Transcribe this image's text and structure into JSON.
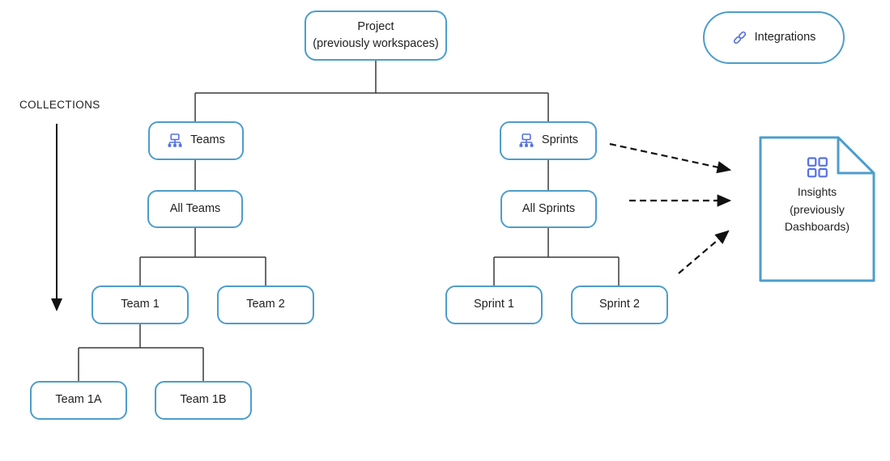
{
  "diagram": {
    "collections_label": "COLLECTIONS",
    "nodes": {
      "project": {
        "lines": [
          "Project",
          "(previously workspaces)"
        ]
      },
      "integrations": {
        "label": "Integrations",
        "icon": "link-icon"
      },
      "teams": {
        "label": "Teams",
        "icon": "org-chart-icon"
      },
      "sprints": {
        "label": "Sprints",
        "icon": "org-chart-icon"
      },
      "all_teams": {
        "label": "All Teams"
      },
      "all_sprints": {
        "label": "All Sprints"
      },
      "team1": {
        "label": "Team 1"
      },
      "team2": {
        "label": "Team 2"
      },
      "team1a": {
        "label": "Team 1A"
      },
      "team1b": {
        "label": "Team 1B"
      },
      "sprint1": {
        "label": "Sprint 1"
      },
      "sprint2": {
        "label": "Sprint 2"
      },
      "insights": {
        "lines": [
          "Insights",
          "(previously",
          "Dashboards)"
        ],
        "icon": "dashboard-grid-icon"
      }
    },
    "colors": {
      "box_border": "#4D9DCB",
      "icon_blue": "#5671E6",
      "connector_line": "#3a3a3a",
      "arrow_black": "#111111",
      "text": "#1f1f1f"
    }
  }
}
